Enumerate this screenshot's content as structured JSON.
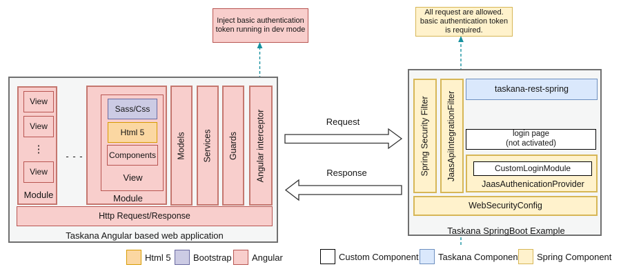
{
  "notes": {
    "left": "Inject basic authentication token running in dev mode",
    "right": "All request are allowed. basic authentication token is required."
  },
  "left_panel": {
    "title": "Taskana Angular based web application",
    "module1": {
      "label": "Module",
      "views": [
        "View",
        "View",
        "View"
      ],
      "ellipsis": "⋮"
    },
    "dots": "- - -",
    "module2": {
      "label": "Module",
      "view": {
        "label": "View",
        "sass": "Sass/Css",
        "html5": "Html 5",
        "components": "Components"
      }
    },
    "bars": [
      "Models",
      "Services",
      "Guards",
      "Angular interceptor"
    ],
    "http_bar": "Http Request/Response"
  },
  "arrows": {
    "request": "Request",
    "response": "Response"
  },
  "right_panel": {
    "title": "Taskana SpringBoot Example",
    "filters": [
      "Spring Security Filter",
      "JaasApiIntegrationFilter"
    ],
    "rest": "taskana-rest-spring",
    "login_line1": "login page",
    "login_line2": "(not activated)",
    "provider": {
      "label": "JaasAuthenicationProvider",
      "inner": "CustomLoginModule"
    },
    "web_security": "WebSecurityConfig"
  },
  "legend": [
    {
      "label": "Html 5",
      "fill": "#fbd7a2",
      "border": "#d79b00"
    },
    {
      "label": "Bootstrap",
      "fill": "#cccbe4",
      "border": "#68689f"
    },
    {
      "label": "Angular",
      "fill": "#f8cecc",
      "border": "#b85450"
    },
    {
      "label": "Custom Component",
      "fill": "#ffffff",
      "border": "#000000"
    },
    {
      "label": "Taskana Component",
      "fill": "#dae8fc",
      "border": "#6c8ebf"
    },
    {
      "label": "Spring Component",
      "fill": "#fff2cc",
      "border": "#d6b656"
    }
  ],
  "colors": {
    "connector_teal": "#17919f",
    "panel_fill": "#f5f6f6",
    "pink_fill": "#f8cecc",
    "pink_border": "#b85450",
    "yellow_fill": "#fff2cc",
    "blue_fill": "#dae8fc"
  }
}
